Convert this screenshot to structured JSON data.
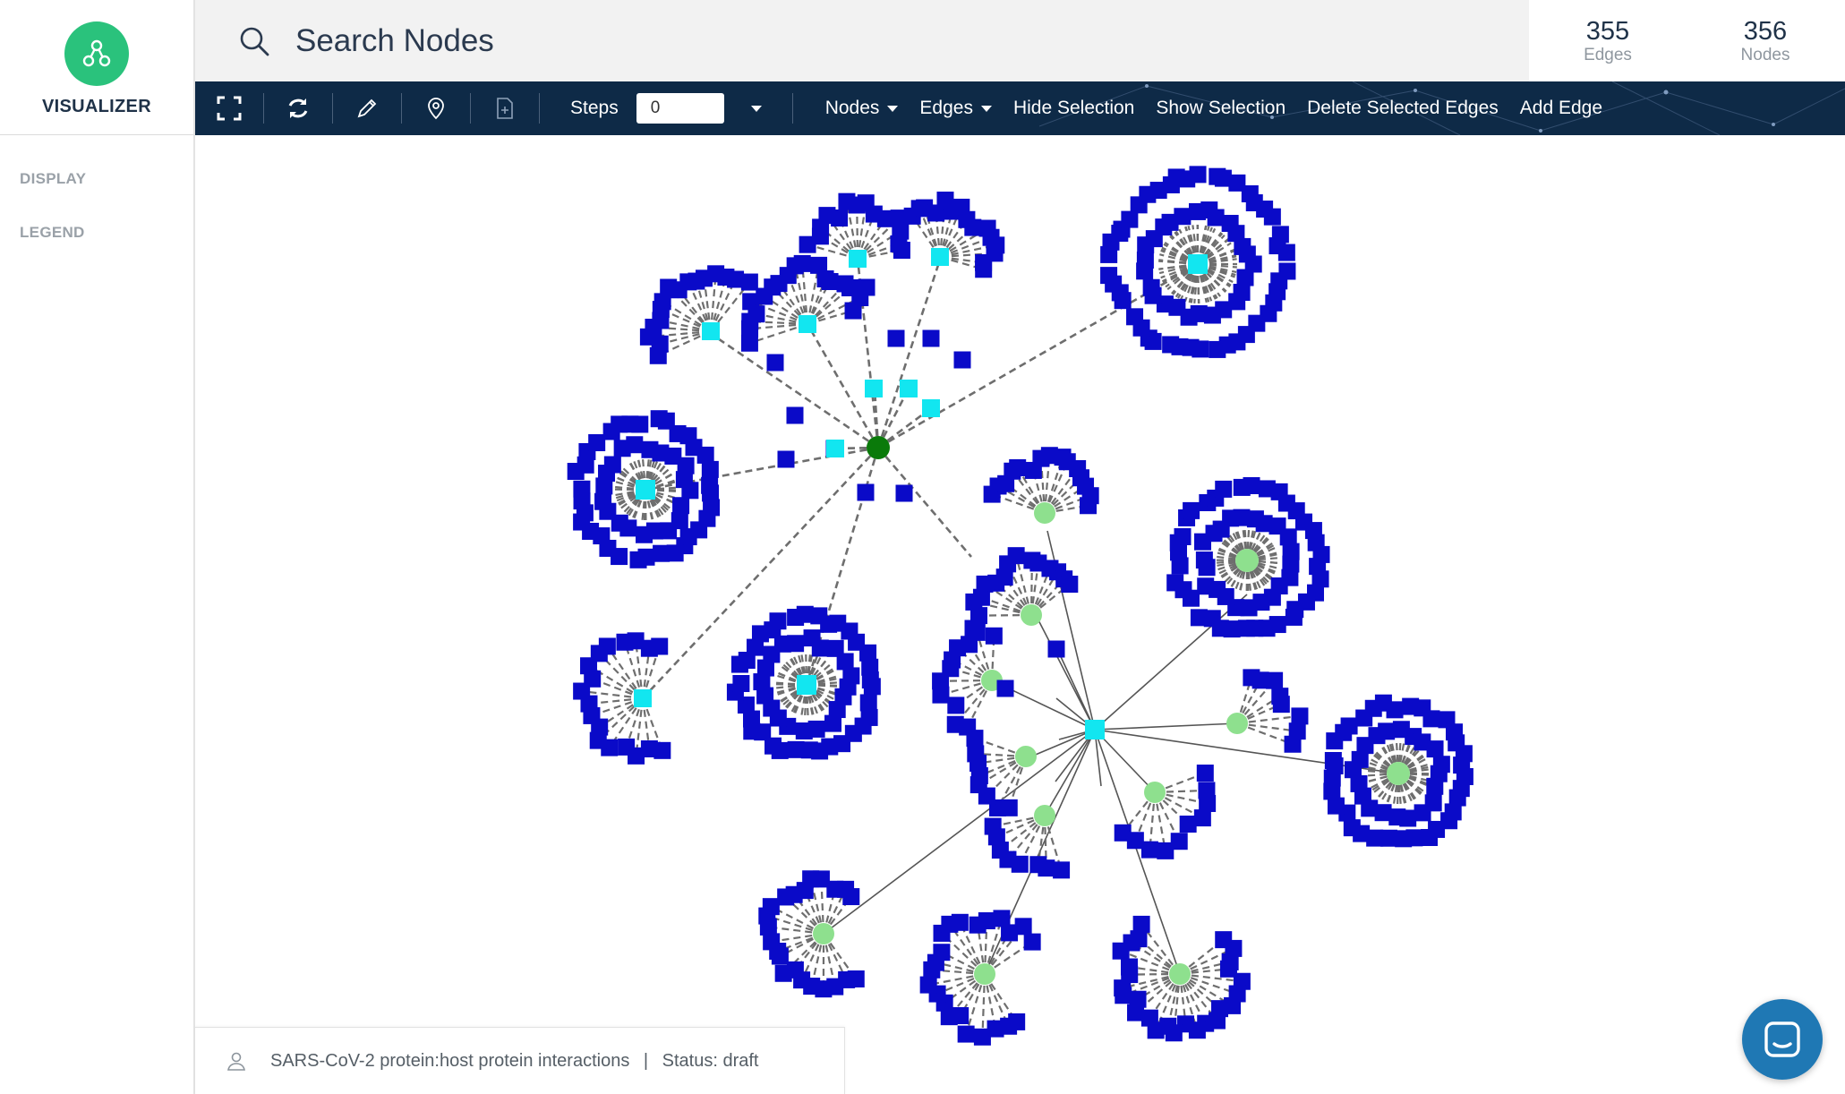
{
  "app": {
    "logo_text": "VISUALIZER",
    "brand_color": "#2ac27c"
  },
  "sidebar": {
    "items": [
      {
        "label": "DISPLAY"
      },
      {
        "label": "LEGEND"
      }
    ]
  },
  "search": {
    "placeholder": "Search Nodes",
    "value": ""
  },
  "stats": {
    "edges_count": "355",
    "edges_label": "Edges",
    "nodes_count": "356",
    "nodes_label": "Nodes"
  },
  "toolbar": {
    "icons": [
      "fullscreen-icon",
      "refresh-icon",
      "pencil-icon",
      "location-pin-icon",
      "file-add-icon"
    ],
    "steps_label": "Steps",
    "steps_value": "0",
    "nodes_menu": "Nodes",
    "edges_menu": "Edges",
    "hide_selection": "Hide Selection",
    "show_selection": "Show Selection",
    "delete_selected_edges": "Delete Selected Edges",
    "add_edge": "Add Edge",
    "bg_color": "#0e2a47"
  },
  "graph": {
    "colors": {
      "leaf": "#0a0ac8",
      "hub_square": "#12e6f0",
      "hub_circle": "#8ee08e",
      "root_circle": "#0a7a0a",
      "dashed_edge": "#6e6e6e",
      "solid_edge": "#555555"
    }
  },
  "footer": {
    "title": "SARS-CoV-2 protein:host protein interactions",
    "separator": "|",
    "status": "Status: draft"
  }
}
